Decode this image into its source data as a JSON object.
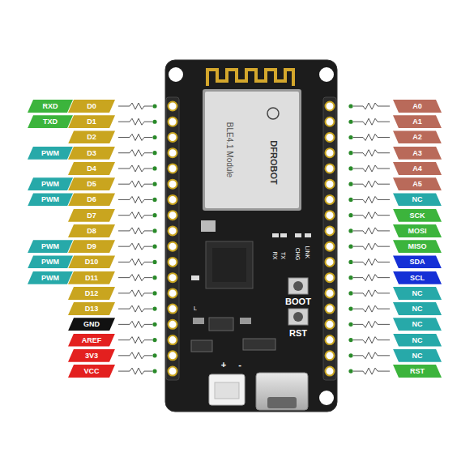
{
  "diagram": {
    "labels": [
      "RXD",
      "D0",
      "TXD",
      "D1",
      "D2",
      "PWM",
      "D3",
      "D4",
      "PWM",
      "D5",
      "PWM",
      "D6",
      "D7",
      "D8",
      "PWM",
      "D9",
      "PWM",
      "D10",
      "PWM",
      "D11",
      "D12",
      "D13",
      "GND",
      "AREF",
      "3V3",
      "VCC",
      "A0",
      "A1",
      "A2",
      "A3",
      "A4",
      "A5",
      "NC",
      "SCK",
      "MOSI",
      "MISO",
      "SDA",
      "SCL",
      "NC",
      "NC",
      "NC",
      "NC",
      "NC",
      "RST",
      "BLE4.1 Module",
      "DFROBOT",
      "RX",
      "TX",
      "CHG",
      "LINK",
      "BOOT",
      "RST",
      "L",
      "+",
      "-"
    ]
  }
}
